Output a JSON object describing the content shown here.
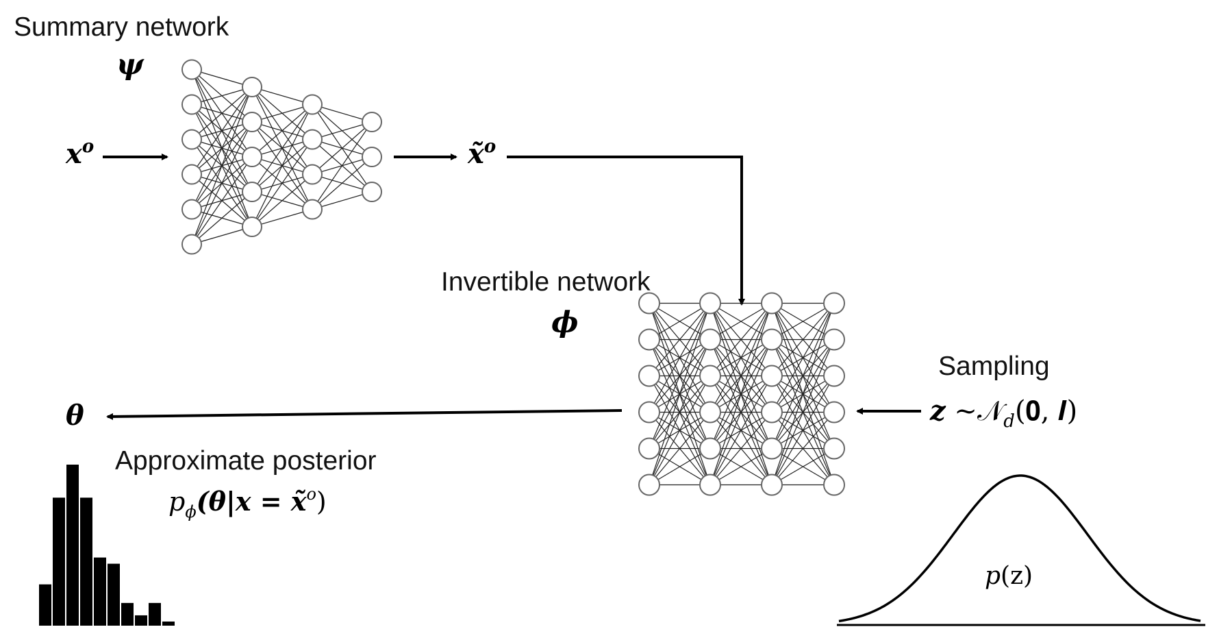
{
  "labels": {
    "summary_network": "Summary network",
    "psi": "ψ",
    "x_obs": "x",
    "x_obs_sup": "o",
    "x_tilde": "x̃",
    "x_tilde_sup": "o",
    "invertible_network": "Invertible network",
    "phi": "ϕ",
    "sampling": "Sampling",
    "z_dist_z": "z",
    "z_dist_rest": " ~𝒩",
    "z_dist_sub": "d",
    "z_dist_args": "(𝟎, 𝑰)",
    "theta": "θ",
    "approx_posterior": "Approximate posterior",
    "posterior_expr": "p",
    "posterior_sub": "ϕ",
    "posterior_args": "(θ|x = x̃",
    "posterior_sup": "o",
    "posterior_close": ")",
    "pz_p": "p",
    "pz_args": "(z)"
  },
  "summary_network": {
    "layers": [
      6,
      5,
      4,
      3
    ]
  },
  "invertible_network": {
    "layers": [
      6,
      6,
      6,
      6
    ]
  },
  "histogram": {
    "values": [
      0.2,
      0.62,
      0.78,
      0.62,
      0.33,
      0.3,
      0.11,
      0.05,
      0.11,
      0.02
    ]
  },
  "colors": {
    "ink": "#000000",
    "node_stroke": "#666666",
    "background": "#ffffff"
  }
}
